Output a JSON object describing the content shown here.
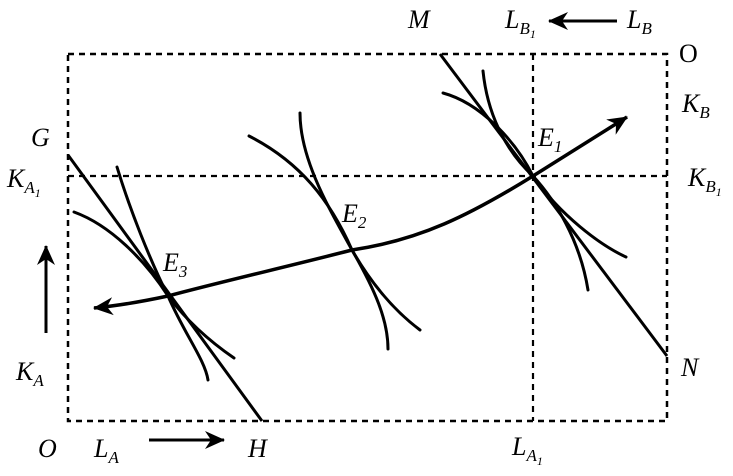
{
  "labels": {
    "M": "M",
    "L": "L",
    "B": "B",
    "one": "1",
    "A": "A",
    "O": "O",
    "K": "K",
    "G": "G",
    "E": "E",
    "two": "2",
    "three": "3",
    "N": "N",
    "H": "H"
  }
}
